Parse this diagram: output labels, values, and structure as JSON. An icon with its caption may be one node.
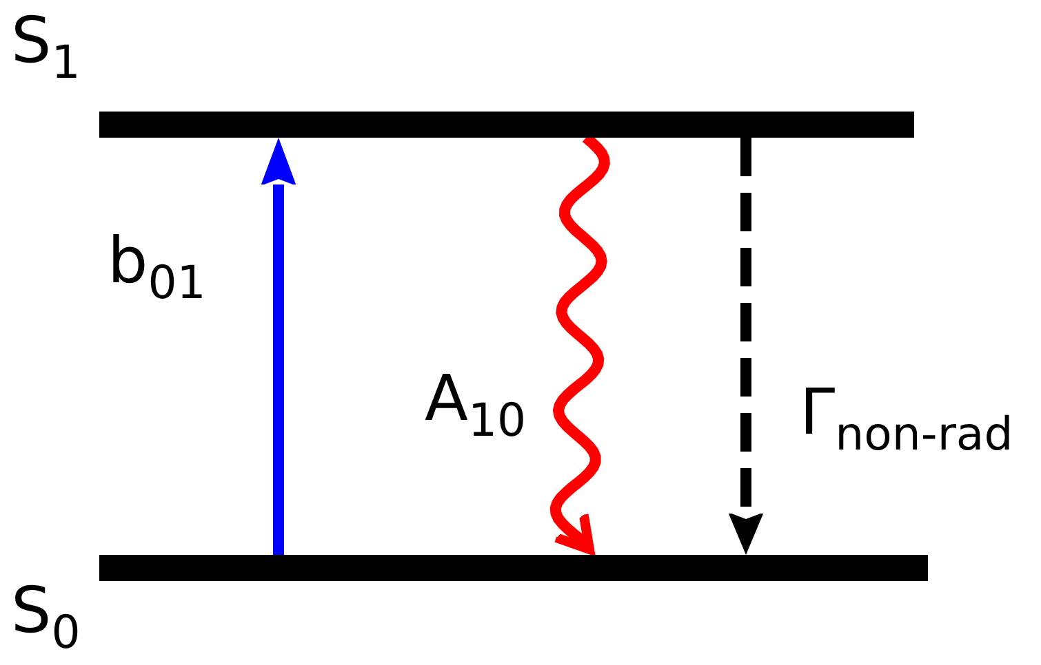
{
  "diagram": {
    "nodes": [
      {
        "text": [],
        "shape": "bar",
        "beside": [
          "S$_{1}$"
        ]
      },
      {
        "text": [],
        "shape": "bar",
        "beside": [
          "S$_{0}$"
        ]
      }
    ],
    "edges": [
      {
        "from": 1,
        "to": 0,
        "arrow": "to",
        "color": "#0000ff",
        "label": "b$_{01}$"
      },
      {
        "from": 0,
        "to": 1,
        "arrow": "to",
        "color": "#ff0000",
        "label": "A$_{10}$"
      },
      {
        "from": 0,
        "to": 1,
        "arrow": "to",
        "style": "dashed",
        "color": "#000000",
        "label": "Γ$_{non-rad}$"
      }
    ]
  }
}
